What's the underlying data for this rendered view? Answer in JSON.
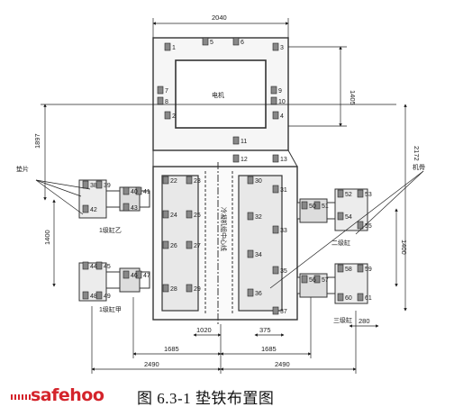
{
  "caption": "图 6.3-1   垫铁布置图",
  "logo": {
    "text": "safehoo",
    "accent": "#d4242b"
  },
  "labels": {
    "motor": "电机",
    "unit_center": "冷凝机组中心线",
    "anchor_bolt": "垫片",
    "frame": "机骨",
    "cyl1_b": "1级缸乙",
    "cyl1_a": "1级缸甲",
    "cyl2_b": "二级缸",
    "cyl3": "三级缸"
  },
  "dimensions": {
    "top_width": "2040",
    "right_upper": "1405",
    "left_height": "1897",
    "right_height": "2172",
    "left_spacing": "1400",
    "right_spacing": "1400",
    "bottom_inner": "1020",
    "bottom_right_small": "375",
    "bottom_left_mid": "1685",
    "bottom_right_mid": "1685",
    "bottom_left_total": "2490",
    "bottom_right_total": "2490",
    "right_tail": "280"
  },
  "pad_numbers": [
    "1",
    "2",
    "3",
    "4",
    "5",
    "6",
    "7",
    "8",
    "9",
    "10",
    "11",
    "12",
    "13",
    "22",
    "23",
    "24",
    "25",
    "26",
    "27",
    "28",
    "29",
    "30",
    "31",
    "32",
    "33",
    "34",
    "35",
    "36",
    "37",
    "38",
    "39",
    "40",
    "41",
    "42",
    "43",
    "44",
    "45",
    "46",
    "47",
    "48",
    "49",
    "50",
    "51",
    "52",
    "53",
    "54",
    "55",
    "56",
    "57",
    "58",
    "59",
    "60",
    "61"
  ],
  "colors": {
    "ink": "#1a1a1a",
    "frame": "#444444",
    "fill": "#f0f0f0"
  }
}
